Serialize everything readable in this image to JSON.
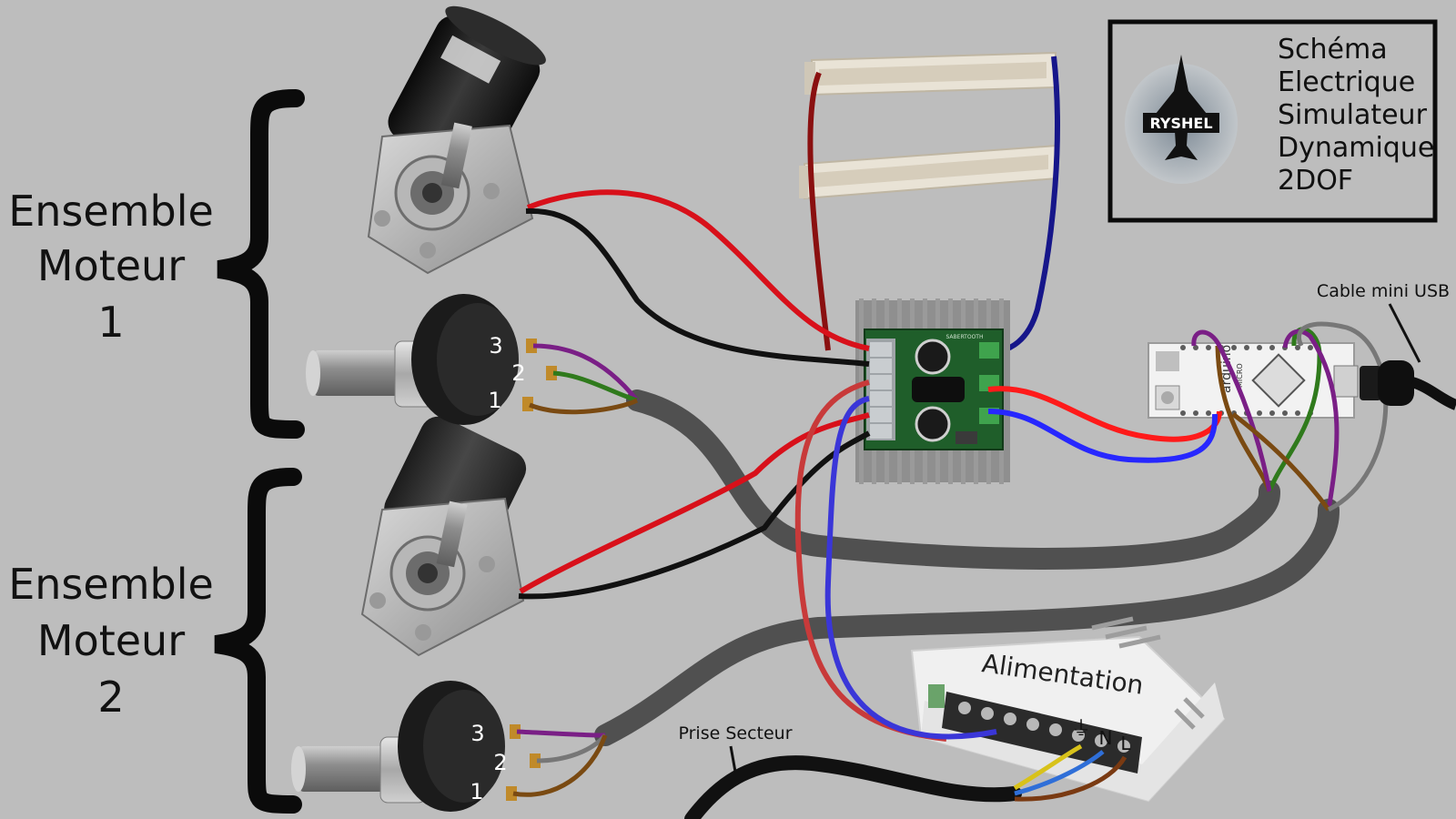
{
  "group1": {
    "line1": "Ensemble",
    "line2": "Moteur",
    "line3": "1"
  },
  "group2": {
    "line1": "Ensemble",
    "line2": "Moteur",
    "line3": "2"
  },
  "titlebox": {
    "logo": "RYSHEL",
    "line1": "Schéma",
    "line2": "Electrique",
    "line3": "Simulateur",
    "line4": "Dynamique",
    "line5": "2DOF"
  },
  "usb_label": "Cable mini USB",
  "mains_label": "Prise Secteur",
  "psu": {
    "label": "Alimentation",
    "ground": "⏚",
    "n": "N",
    "l": "L"
  },
  "pot_pins": {
    "p3": "3",
    "p2": "2",
    "p1": "1"
  },
  "arduino": {
    "text1": "arduino",
    "text2": "MICRO"
  },
  "driver": {
    "text": "SABERTOOTH"
  },
  "colors": {
    "background": "#bdbdbd",
    "red": "#d8101a",
    "black": "#111111",
    "purple": "#7a1f86",
    "green": "#2f7a1c",
    "brown": "#7a4a12",
    "blue": "#1d2fd8",
    "grey_cable": "#505050",
    "dark_red": "#8a1010",
    "navy": "#16168a"
  }
}
